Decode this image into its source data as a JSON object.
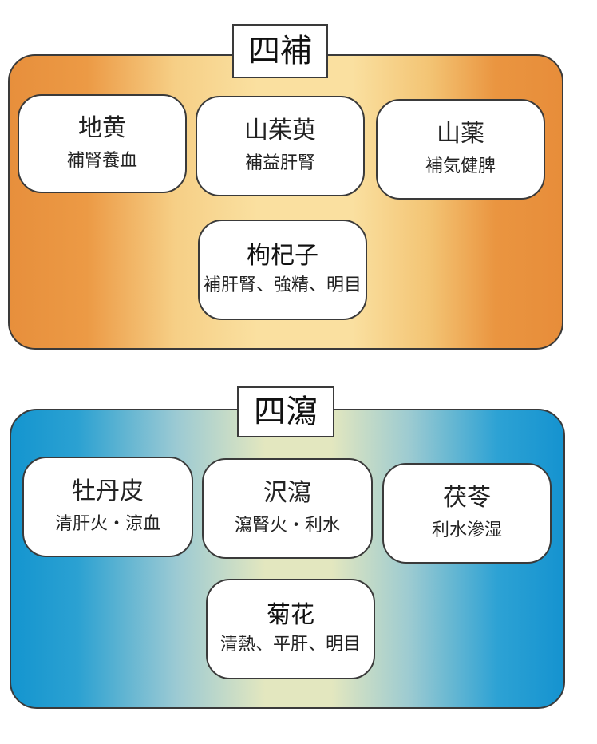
{
  "tonify": {
    "title": "四補",
    "herbs": [
      {
        "name": "地黄",
        "effect": "補腎養血"
      },
      {
        "name": "山茱萸",
        "effect": "補益肝腎"
      },
      {
        "name": "山薬",
        "effect": "補気健脾"
      },
      {
        "name": "枸杞子",
        "effect": "補肝腎、強精、明目"
      }
    ]
  },
  "purge": {
    "title": "四瀉",
    "herbs": [
      {
        "name": "牡丹皮",
        "effect": "清肝火・涼血"
      },
      {
        "name": "沢瀉",
        "effect": "瀉腎火・利水"
      },
      {
        "name": "茯苓",
        "effect": "利水滲湿"
      },
      {
        "name": "菊花",
        "effect": "清熱、平肝、明目"
      }
    ]
  },
  "colors": {
    "tonify_edge": "#e78f3c",
    "tonify_center": "#fae0a0",
    "purge_edge": "#1495cf",
    "purge_center": "#e3e7bf",
    "border": "#3a3a3a"
  }
}
